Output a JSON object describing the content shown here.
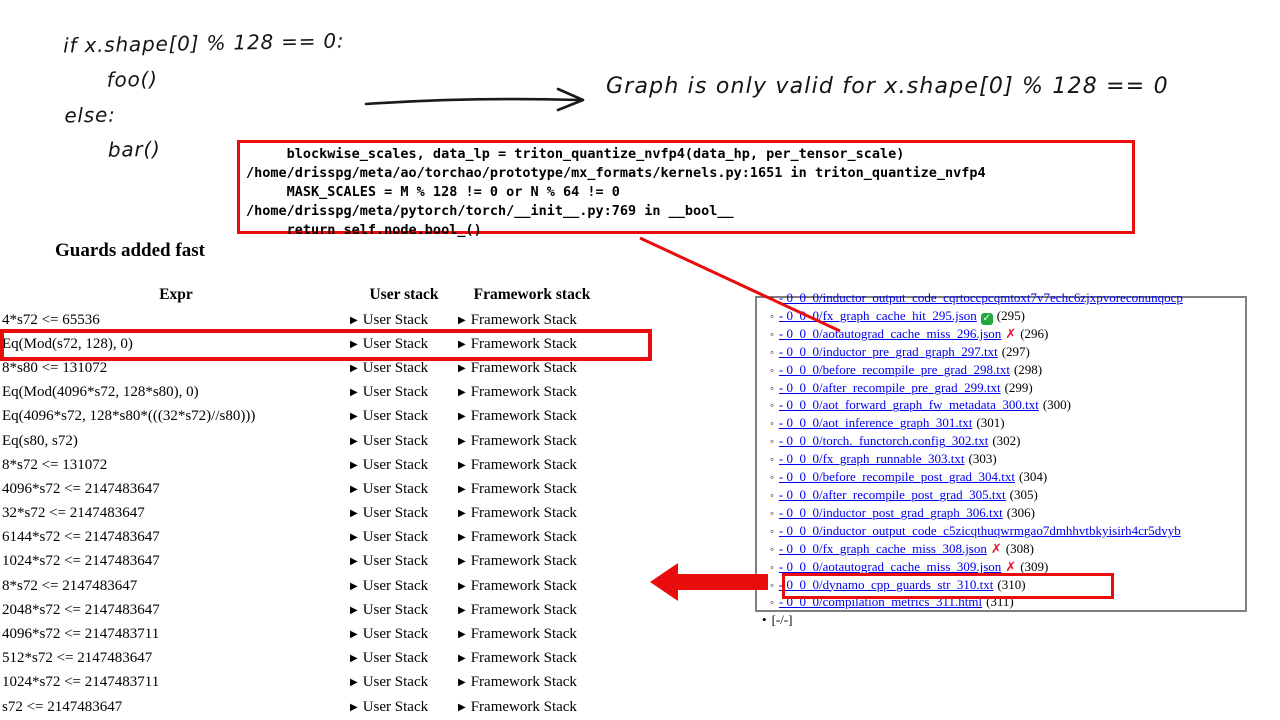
{
  "colors": {
    "accent_red": "#e80c0c",
    "link_blue": "#0000ee",
    "panel_border_gray": "#7f7f7f",
    "check_green": "#1faa3e",
    "cross_red": "#e8112d"
  },
  "icons": {
    "collapsed_triangle": "▶",
    "check": "✓",
    "cross": "✗",
    "circle_bullet": "◦",
    "disc_bullet": "•"
  },
  "sketch": {
    "code_lines": [
      "if x.shape[0] % 128 == 0:",
      "      foo()",
      "else:",
      "      bar()"
    ],
    "note": "Graph is only valid for x.shape[0] % 128 == 0"
  },
  "trace_box": {
    "lines": [
      "     blockwise_scales, data_lp = triton_quantize_nvfp4(data_hp, per_tensor_scale)",
      "/home/drisspg/meta/ao/torchao/prototype/mx_formats/kernels.py:1651 in triton_quantize_nvfp4",
      "     MASK_SCALES = M % 128 != 0 or N % 64 != 0",
      "/home/drisspg/meta/pytorch/torch/__init__.py:769 in __bool__",
      "     return self.node.bool_()"
    ]
  },
  "guards": {
    "heading": "Guards added fast",
    "col_expr": "Expr",
    "col_user": "User stack",
    "col_framework": "Framework stack",
    "user_stack_label": "User Stack",
    "framework_stack_label": "Framework Stack",
    "rows": [
      {
        "expr": "4*s72 <= 65536"
      },
      {
        "expr": "Eq(Mod(s72, 128), 0)",
        "highlight": true
      },
      {
        "expr": "8*s80 <= 131072"
      },
      {
        "expr": "Eq(Mod(4096*s72, 128*s80), 0)"
      },
      {
        "expr": "Eq(4096*s72, 128*s80*(((32*s72)//s80)))"
      },
      {
        "expr": "Eq(s80, s72)"
      },
      {
        "expr": "8*s72 <= 131072"
      },
      {
        "expr": "4096*s72 <= 2147483647"
      },
      {
        "expr": "32*s72 <= 2147483647"
      },
      {
        "expr": "6144*s72 <= 2147483647"
      },
      {
        "expr": "1024*s72 <= 2147483647"
      },
      {
        "expr": "8*s72 <= 2147483647"
      },
      {
        "expr": "2048*s72 <= 2147483647"
      },
      {
        "expr": "4096*s72 <= 2147483711"
      },
      {
        "expr": "512*s72 <= 2147483647"
      },
      {
        "expr": "1024*s72 <= 2147483711"
      },
      {
        "expr": "s72 <= 2147483647"
      }
    ]
  },
  "log_panel": {
    "items": [
      {
        "link": "- 0_0_0/inductor_output_code_cqrtoccpcqmtoxt7v7echc6zjxpvoreconunqocp"
      },
      {
        "link": "- 0_0_0/fx_graph_cache_hit_295.json",
        "ok": true,
        "suffix": "(295)"
      },
      {
        "link": "- 0_0_0/aotautograd_cache_miss_296.json",
        "fail": true,
        "suffix": "(296)"
      },
      {
        "link": "- 0_0_0/inductor_pre_grad_graph_297.txt",
        "suffix": "(297)"
      },
      {
        "link": "- 0_0_0/before_recompile_pre_grad_298.txt",
        "suffix": "(298)"
      },
      {
        "link": "- 0_0_0/after_recompile_pre_grad_299.txt",
        "suffix": "(299)"
      },
      {
        "link": "- 0_0_0/aot_forward_graph_fw_metadata_300.txt",
        "suffix": "(300)"
      },
      {
        "link": "- 0_0_0/aot_inference_graph_301.txt",
        "suffix": "(301)"
      },
      {
        "link": "- 0_0_0/torch._functorch.config_302.txt",
        "suffix": "(302)"
      },
      {
        "link": "- 0_0_0/fx_graph_runnable_303.txt",
        "suffix": "(303)"
      },
      {
        "link": "- 0_0_0/before_recompile_post_grad_304.txt",
        "suffix": "(304)"
      },
      {
        "link": "- 0_0_0/after_recompile_post_grad_305.txt",
        "suffix": "(305)"
      },
      {
        "link": "- 0_0_0/inductor_post_grad_graph_306.txt",
        "suffix": "(306)"
      },
      {
        "link": "- 0_0_0/inductor_output_code_c5zicqthuqwrmgao7dmhhvtbkyisirh4cr5dvyb"
      },
      {
        "link": "- 0_0_0/fx_graph_cache_miss_308.json",
        "fail": true,
        "suffix": "(308)"
      },
      {
        "link": "- 0_0_0/aotautograd_cache_miss_309.json",
        "fail": true,
        "suffix": "(309)"
      },
      {
        "link": "- 0_0_0/dynamo_cpp_guards_str_310.txt",
        "suffix": "(310)"
      },
      {
        "link": "- 0_0_0/compilation_metrics_311.html",
        "suffix": "(311)",
        "highlight": true
      }
    ],
    "footer": "[-/-]"
  }
}
